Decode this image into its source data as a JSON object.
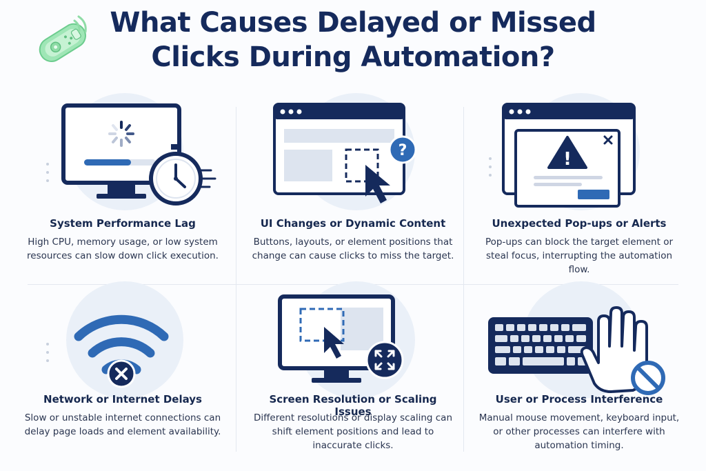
{
  "title": {
    "line1": "What Causes Delayed or Missed",
    "line2": "Clicks During Automation?"
  },
  "colors": {
    "navy": "#152a5c",
    "blue": "#2f6ab5",
    "light": "#dde4ef",
    "halo": "#eaf0f8",
    "logo_green": "#8fe0a8"
  },
  "causes": [
    {
      "title": "System Performance Lag",
      "description": "High CPU, memory usage, or low system resources can slow down click execution.",
      "icon": "monitor-loading-stopwatch-icon"
    },
    {
      "title": "UI Changes or Dynamic Content",
      "description": "Buttons, layouts, or element positions that change can cause clicks to miss the target.",
      "icon": "browser-moved-target-icon",
      "badge": "?"
    },
    {
      "title": "Unexpected Pop-ups or Alerts",
      "description": "Pop-ups can block the target element or steal focus, interrupting the automation flow.",
      "icon": "popup-warning-icon",
      "badge": "!"
    },
    {
      "title": "Network or Internet Delays",
      "description": "Slow or unstable internet connections can delay page loads and element availability.",
      "icon": "wifi-error-icon"
    },
    {
      "title": "Screen Resolution or Scaling Issues",
      "description": "Different resolutions or display scaling can shift element positions and lead to inaccurate clicks.",
      "icon": "monitor-scaling-icon"
    },
    {
      "title": "User or Process Interference",
      "description": "Manual mouse movement, keyboard input, or other processes can interfere with automation timing.",
      "icon": "keyboard-hand-block-icon"
    }
  ]
}
